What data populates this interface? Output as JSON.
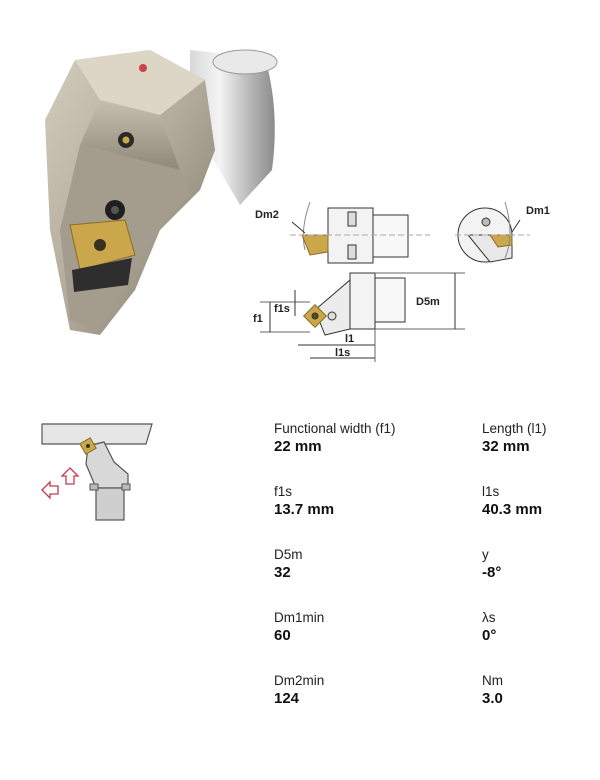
{
  "drawing": {
    "labels": {
      "dm2": "Dm2",
      "dm1": "Dm1",
      "d5m": "D5m",
      "f1s": "f1s",
      "f1": "f1",
      "l1": "l1",
      "l1s": "l1s"
    }
  },
  "specs": [
    {
      "label": "Functional width (f1)",
      "value": "22 mm"
    },
    {
      "label": "Length (l1)",
      "value": "32 mm"
    },
    {
      "label": "f1s",
      "value": "13.7 mm"
    },
    {
      "label": "l1s",
      "value": "40.3 mm"
    },
    {
      "label": "D5m",
      "value": "32"
    },
    {
      "label": "y",
      "value": "-8°"
    },
    {
      "label": "Dm1min",
      "value": "60"
    },
    {
      "label": "λs",
      "value": "0°"
    },
    {
      "label": "Dm2min",
      "value": "124"
    },
    {
      "label": "Nm",
      "value": "3.0"
    }
  ],
  "colors": {
    "insert_gold": "#c9a74a",
    "arrow_red": "#c83a4a",
    "steel": "#b8b0a2"
  }
}
